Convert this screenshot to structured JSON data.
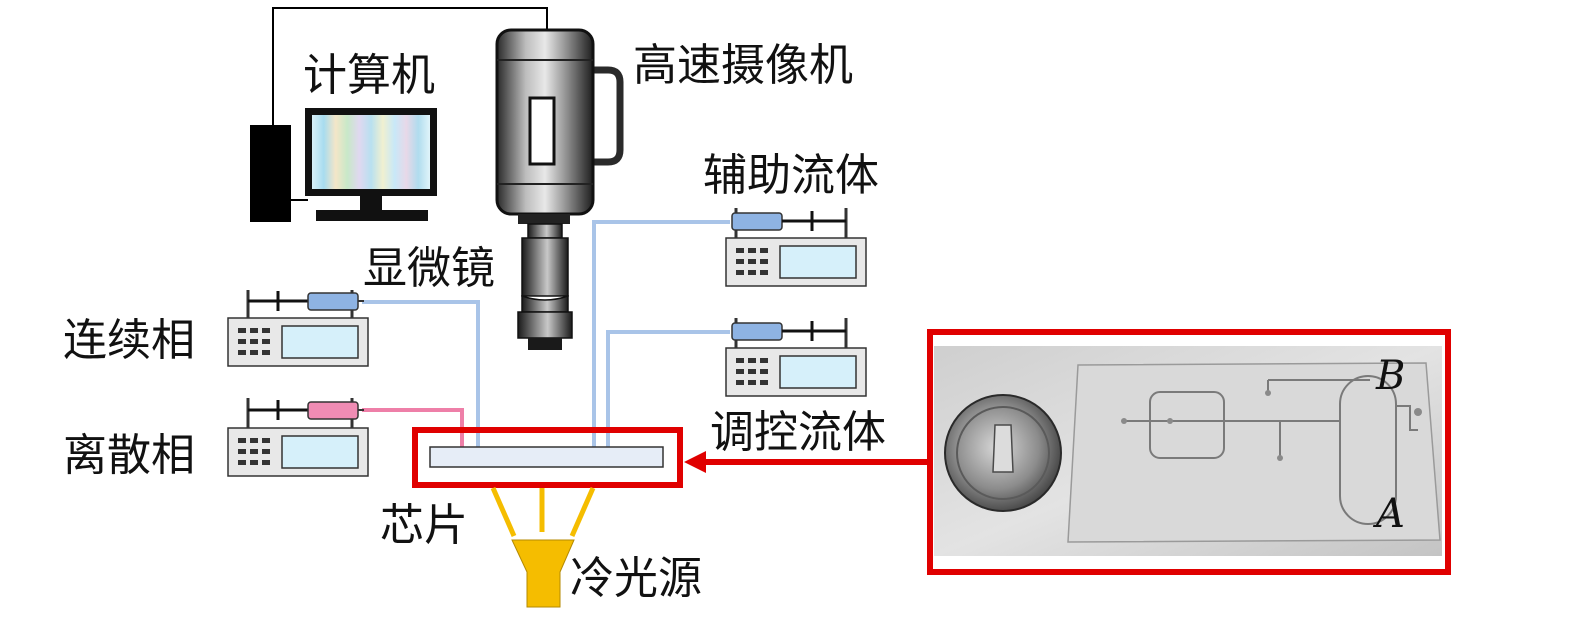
{
  "labels": {
    "computer": "计算机",
    "camera": "高速摄像机",
    "aux_fluid": "辅助流体",
    "microscope": "显微镜",
    "continuous_phase": "连续相",
    "dispersed_phase": "离散相",
    "control_fluid": "调控流体",
    "chip": "芯片",
    "cold_light": "冷光源"
  },
  "photo_labels": {
    "point_b": "B",
    "point_a": "A"
  },
  "colors": {
    "highlight_red": "#e00000",
    "tube_blue": "#a9c4e8",
    "tube_pink": "#ee7fa8",
    "syringe_blue": "#8eb3e3",
    "syringe_pink": "#f08cb4",
    "light_yellow": "#f5bd00",
    "screen_cyan": "#bfe6f3",
    "chip_fill": "#e6edf7"
  }
}
